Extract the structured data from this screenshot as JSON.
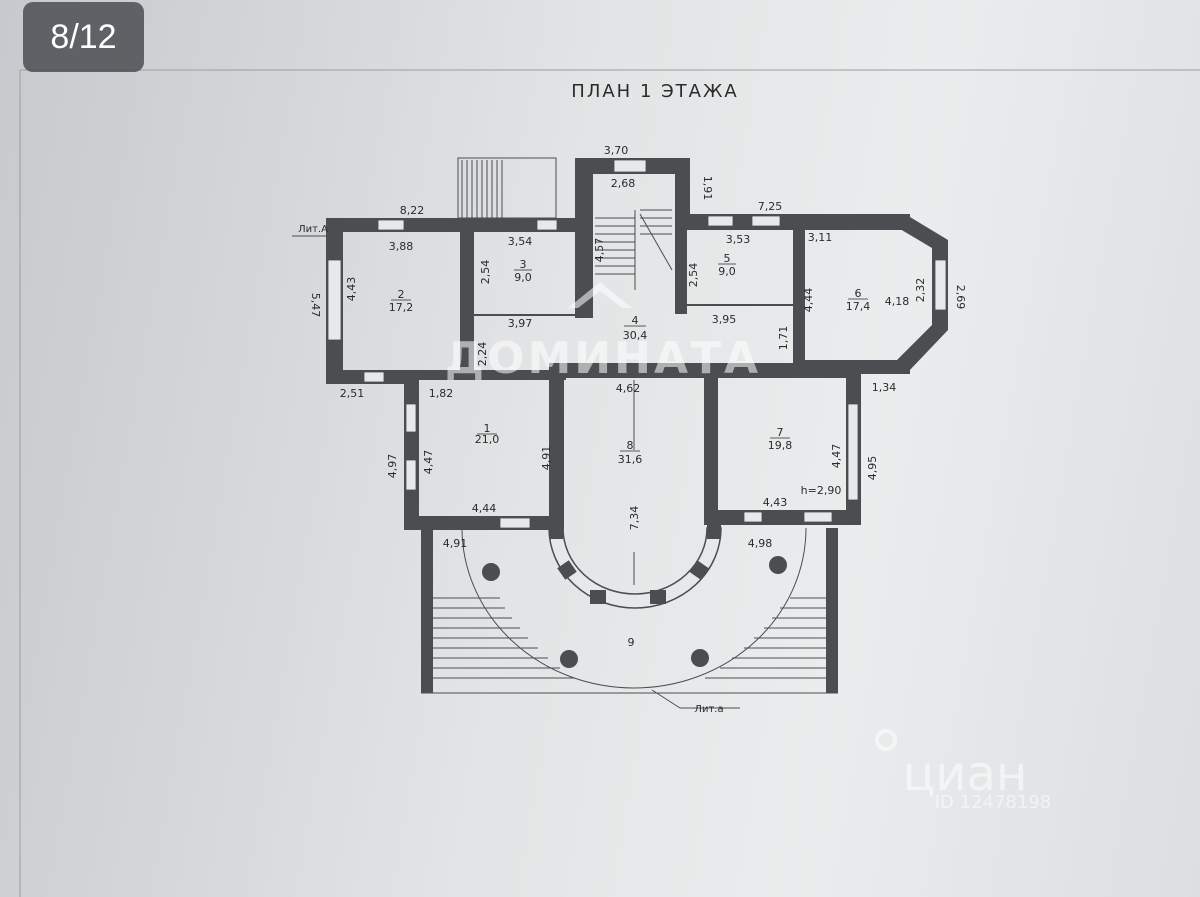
{
  "gallery": {
    "counter": "8/12"
  },
  "plan": {
    "title": "ПЛАН 1 ЭТАЖА",
    "lit_upper": "Лит.А",
    "lit_lower": "Лит.а",
    "height_note": "h=2,90",
    "rooms": [
      {
        "num": "1",
        "area": "21,0"
      },
      {
        "num": "2",
        "area": "17,2"
      },
      {
        "num": "3",
        "area": "9,0"
      },
      {
        "num": "4",
        "area": "30,4"
      },
      {
        "num": "5",
        "area": "9,0"
      },
      {
        "num": "6",
        "area": "17,4"
      },
      {
        "num": "7",
        "area": "19,8"
      },
      {
        "num": "8",
        "area": "31,6"
      },
      {
        "num": "9",
        "area": ""
      }
    ],
    "dimensions": [
      "3,70",
      "2,68",
      "1,91",
      "8,22",
      "7,25",
      "3,88",
      "3,54",
      "4,57",
      "3,53",
      "3,11",
      "5,47",
      "4,43",
      "2,54",
      "2,54",
      "4,44",
      "4,18",
      "2,32",
      "2,69",
      "3,97",
      "3,95",
      "2,24",
      "1,71",
      "2,51",
      "1,82",
      "4,62",
      "1,34",
      "4,97",
      "4,47",
      "4,91",
      "4,47",
      "4,95",
      "4,44",
      "4,43",
      "4,91",
      "4,98",
      "7,34"
    ]
  },
  "watermarks": {
    "brand": "ДОМИНАТА",
    "cian": "циан",
    "cian_id": "ID 12478198"
  }
}
